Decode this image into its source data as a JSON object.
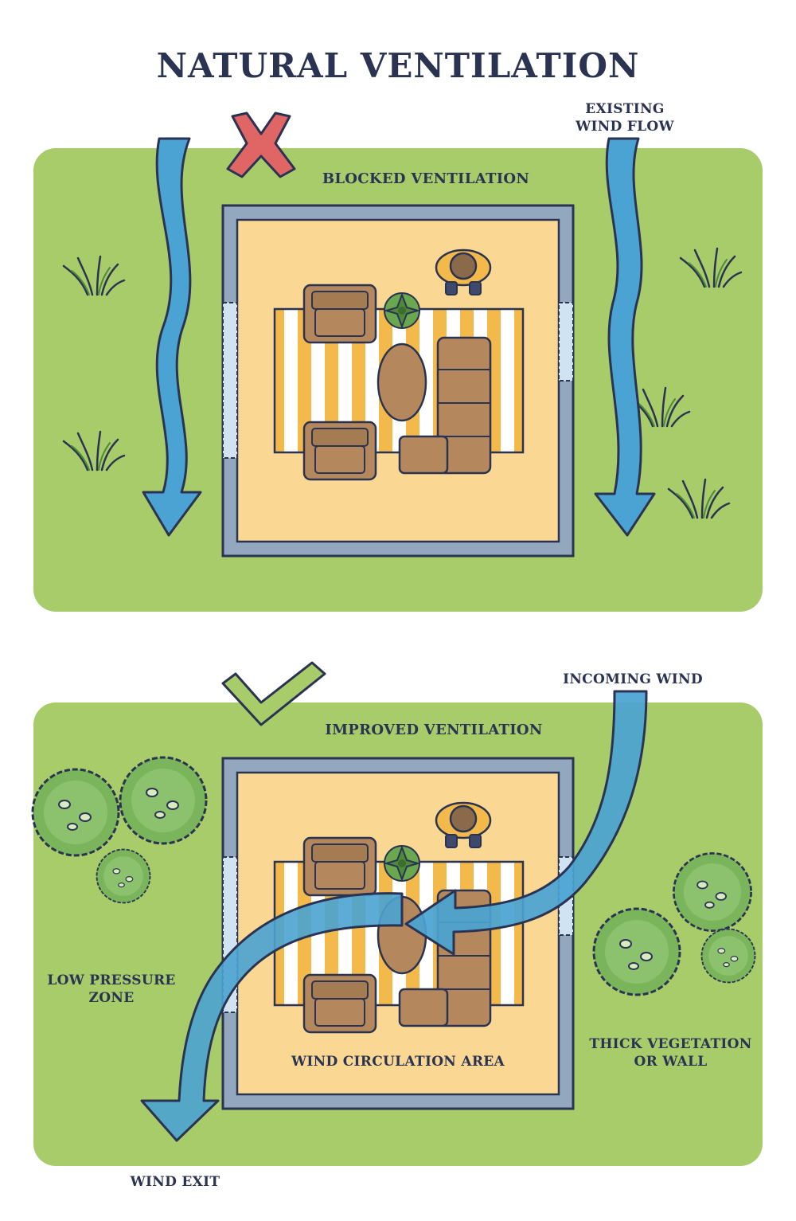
{
  "title": "NATURAL VENTILATION",
  "top_panel": {
    "status_icon": "red-x-icon",
    "heading": "BLOCKED VENTILATION",
    "wind_label_line1": "EXISTING",
    "wind_label_line2": "WIND FLOW"
  },
  "bottom_panel": {
    "status_icon": "green-check-icon",
    "heading": "IMPROVED VENTILATION",
    "incoming_label": "INCOMING WIND",
    "low_pressure_line1": "LOW PRESSURE",
    "low_pressure_line2": "ZONE",
    "circulation_label": "WIND CIRCULATION AREA",
    "vegetation_line1": "THICK VEGETATION",
    "vegetation_line2": "OR WALL",
    "exit_label": "WIND EXIT"
  },
  "colors": {
    "grass": "#a9cc6b",
    "floor": "#fad894",
    "wall": "#93a8bf",
    "window": "#cfe3f2",
    "wind": "#4aa3d2",
    "furniture": "#b5875c",
    "stripe": "#f3b94a",
    "cross": "#e06565",
    "check": "#a9cc6b",
    "ink": "#2b3352"
  }
}
